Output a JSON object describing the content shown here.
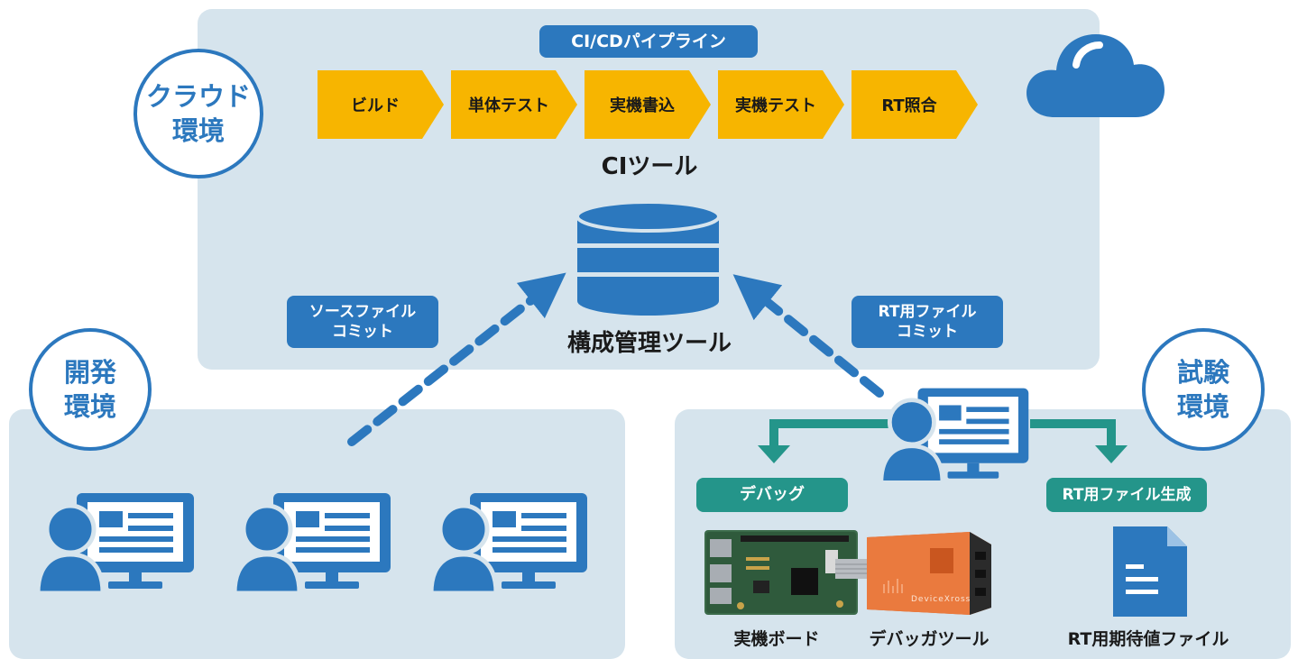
{
  "environments": {
    "cloud": {
      "line1": "クラウド",
      "line2": "環境"
    },
    "dev": {
      "line1": "開発",
      "line2": "環境"
    },
    "test": {
      "line1": "試験",
      "line2": "環境"
    }
  },
  "pipeline": {
    "title": "CI/CDパイプライン",
    "stages": [
      "ビルド",
      "単体テスト",
      "実機書込",
      "実機テスト",
      "RT照合"
    ],
    "tool_label": "CIツール"
  },
  "repository": {
    "label": "構成管理ツール"
  },
  "flows": {
    "source_commit": {
      "line1": "ソースファイル",
      "line2": "コミット"
    },
    "rt_commit": {
      "line1": "RT用ファイル",
      "line2": "コミット"
    }
  },
  "test_actions": {
    "debug": "デバッグ",
    "rt_generate": "RT用ファイル生成"
  },
  "hardware": {
    "board_label": "実機ボード",
    "debugger_label": "デバッガツール",
    "debugger_brand": "DeviceXross"
  },
  "document": {
    "label": "RT用期待値ファイル"
  },
  "colors": {
    "primary_blue": "#2c78be",
    "stage_yellow": "#f7b500",
    "panel_bg": "#d6e4ed",
    "teal": "#24958a",
    "debugger_orange": "#e8733a"
  }
}
